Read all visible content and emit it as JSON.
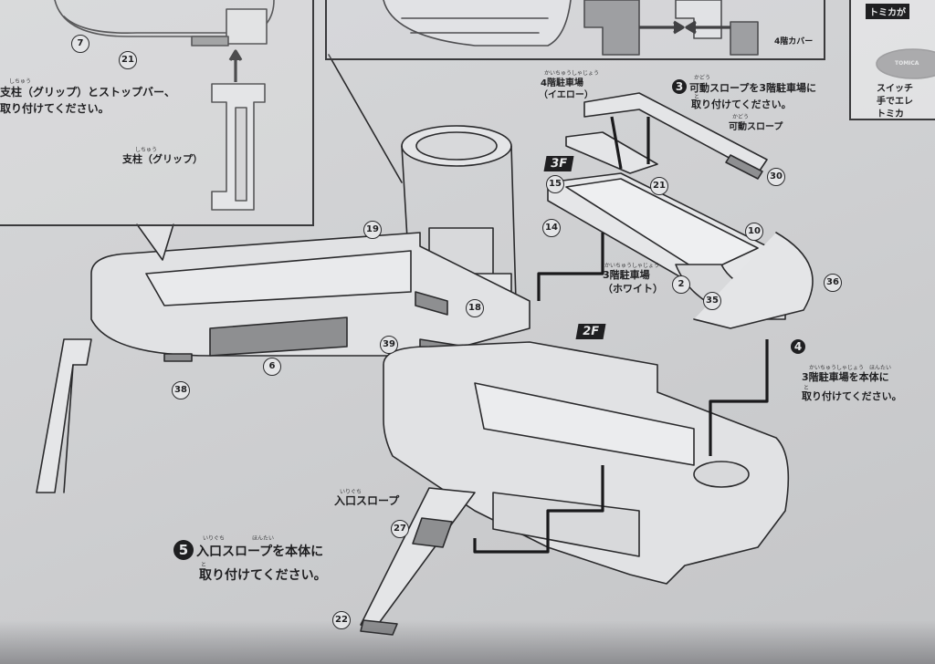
{
  "panel_top_left": {
    "instruction_line1": "支柱（グリップ）とストップバー、",
    "instruction_line2": "取り付けてください。",
    "ruby1": "しちゅう",
    "label": "支柱（グリップ）",
    "label_ruby": "しちゅう"
  },
  "panel_top_center": {
    "label_4f": "4階駐車場",
    "label_4f_ruby": "かいちゅうしゃじょう",
    "label_4f_color": "（イエロー）",
    "label_4f_cover": "4階カバー"
  },
  "panel_top_right": {
    "tab_label": "トミカが",
    "text_line1": "スイッチ",
    "text_line2": "手でエレ",
    "text_line3": "トミカ",
    "brand": "TOMICA"
  },
  "step3": {
    "number": "3",
    "line1": "可動スロープを3階駐車場に",
    "line2": "取り付けてください。",
    "line1_ruby": "かどう",
    "line2_ruby": "と",
    "slope_label": "可動スロープ",
    "slope_ruby": "かどう"
  },
  "step4": {
    "number": "4",
    "line1": "3階駐車場を本体に",
    "line2": "取り付けてください。",
    "line1_ruby": "かいちゅうしゃじょう　ほんたい",
    "line2_ruby": "と"
  },
  "step5": {
    "number": "5",
    "line1": "入口スロープを本体に",
    "line2": "取り付けてください。",
    "line1_ruby": "いりぐち　　　　　ほんたい",
    "line2_ruby": "と"
  },
  "labels": {
    "parking_3f": "3階駐車場",
    "parking_3f_ruby": "かいちゅうしゃじょう",
    "parking_3f_color": "（ホワイト）",
    "entrance_slope": "入口スロープ",
    "entrance_slope_ruby": "いりぐち"
  },
  "floor_tags": {
    "f3": "3F",
    "f2": "2F"
  },
  "callouts": [
    "7",
    "21",
    "19",
    "18",
    "39",
    "6",
    "38",
    "15",
    "21",
    "30",
    "14",
    "10",
    "2",
    "35",
    "36",
    "27",
    "22"
  ],
  "colors": {
    "paper": "#d3d4d6",
    "ink": "#1f1f21",
    "part_gray": "#8e8f91"
  }
}
